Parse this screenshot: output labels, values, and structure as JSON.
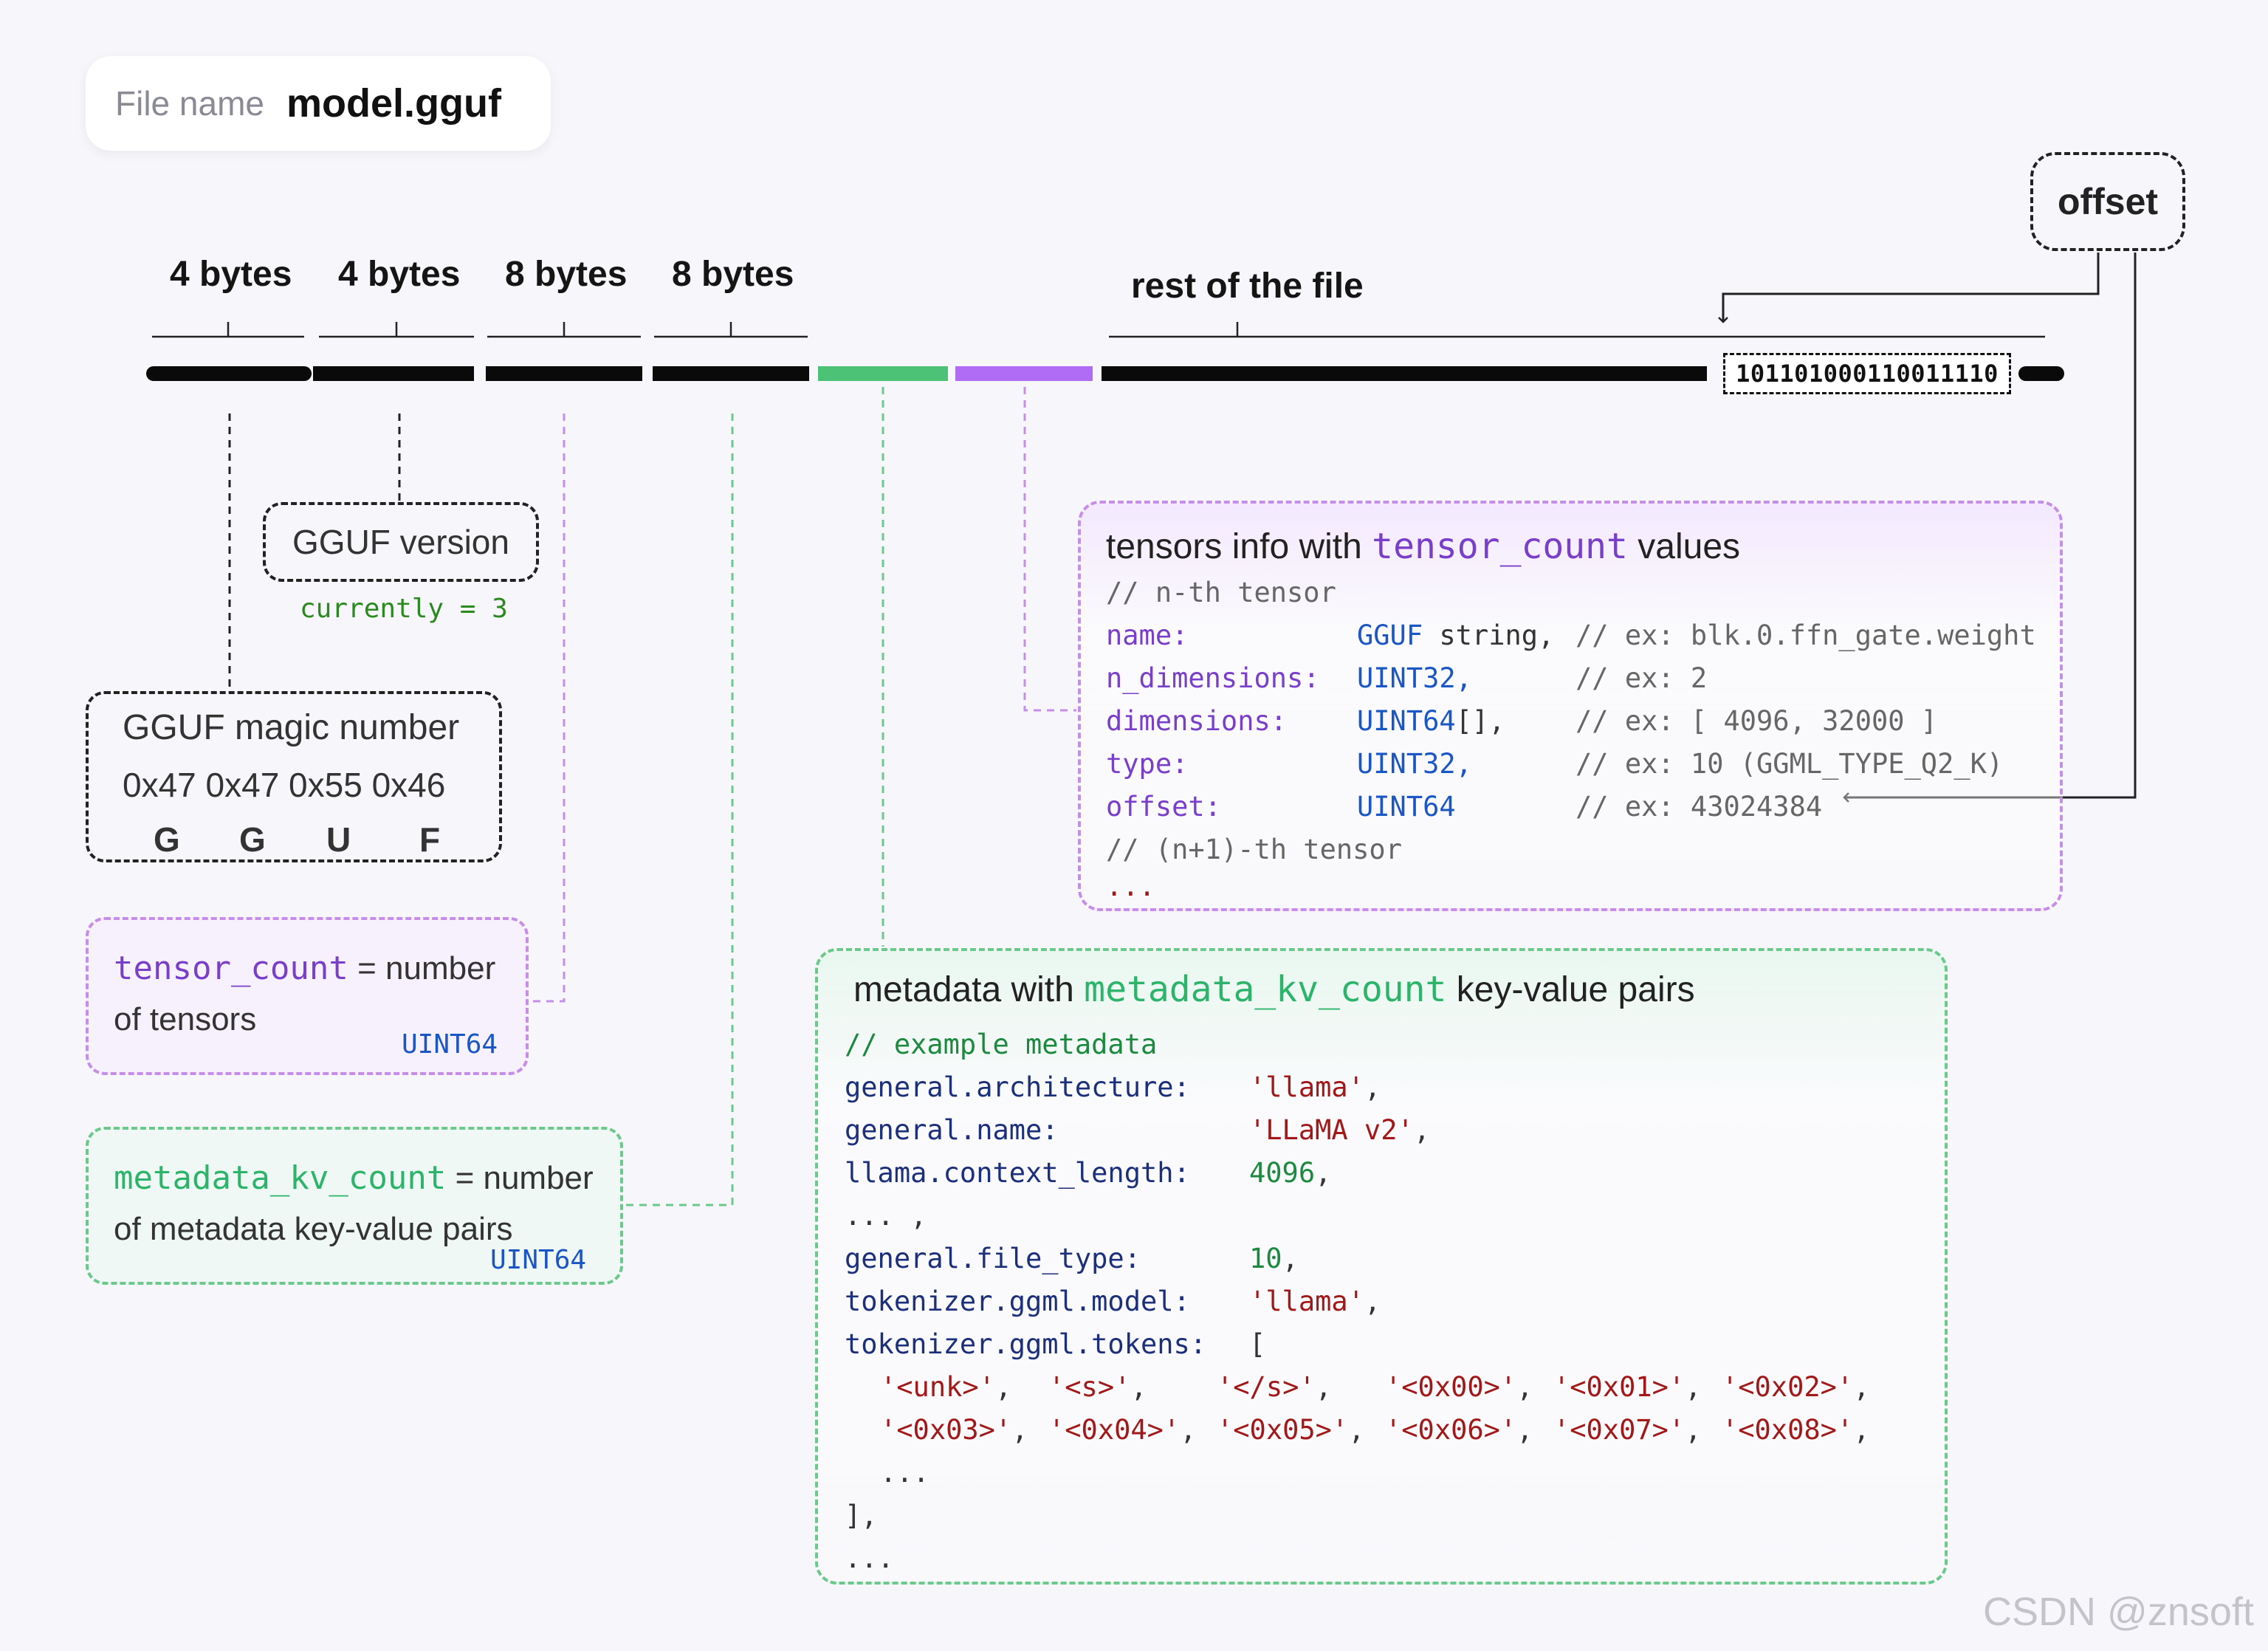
{
  "file": {
    "label": "File name",
    "value": "model.gguf"
  },
  "byte_labels": [
    "4 bytes",
    "4 bytes",
    "8 bytes",
    "8 bytes",
    "rest of the file"
  ],
  "binary_value": "101101000110011110",
  "offset_label": "offset",
  "version": {
    "title": "GGUF version",
    "sub": "currently = 3"
  },
  "magic": {
    "title": "GGUF magic number",
    "hex": "0x47 0x47 0x55 0x46",
    "letters": [
      "G",
      "G",
      "U",
      "F"
    ]
  },
  "tensor_count": {
    "key": "tensor_count",
    "eq": " = number",
    "line2": "of tensors",
    "type": "UINT64"
  },
  "metadata_kv_count": {
    "key": "metadata_kv_count",
    "eq": " = number",
    "line2": "of metadata key-value pairs",
    "type": "UINT64"
  },
  "tensors_info": {
    "title_pre": "tensors info with ",
    "title_key": "tensor_count",
    "title_post": " values",
    "comment_nth": "// n-th tensor",
    "fields": [
      {
        "name": "name:",
        "type_kw": "GGUF",
        "type_rest": " string,",
        "comment": "// ex: blk.0.ffn_gate.weight"
      },
      {
        "name": "n_dimensions:",
        "type_kw": "UINT32,",
        "type_rest": "",
        "comment": "// ex: 2"
      },
      {
        "name": "dimensions:",
        "type_kw": "UINT64",
        "type_rest": "[],",
        "comment": "// ex: [ 4096, 32000 ]"
      },
      {
        "name": "type:",
        "type_kw": "UINT32,",
        "type_rest": "",
        "comment": "// ex: 10 (GGML_TYPE_Q2_K)"
      },
      {
        "name": "offset:",
        "type_kw": "UINT64",
        "type_rest": "",
        "comment": "// ex: 43024384"
      }
    ],
    "comment_next": "// (n+1)-th tensor",
    "ellipsis": "..."
  },
  "metadata": {
    "title_pre": "metadata with ",
    "title_key": "metadata_kv_count",
    "title_post": " key-value pairs",
    "comment": "// example metadata",
    "pairs": [
      {
        "key": "general.architecture:",
        "value": "'llama'",
        "kind": "str"
      },
      {
        "key": "general.name:",
        "value": "'LLaMA v2'",
        "kind": "str"
      },
      {
        "key": "llama.context_length:",
        "value": "4096",
        "kind": "num"
      },
      {
        "key": "... ,",
        "value": "",
        "kind": "none"
      },
      {
        "key": "general.file_type:",
        "value": "10",
        "kind": "num"
      },
      {
        "key": "tokenizer.ggml.model:",
        "value": "'llama'",
        "kind": "str"
      },
      {
        "key": "tokenizer.ggml.tokens:",
        "value": "[",
        "kind": "bracket"
      }
    ],
    "tokens_row1": [
      "'<unk>'",
      "'<s>'",
      "'</s>'",
      "'<0x00>'",
      "'<0x01>'",
      "'<0x02>'"
    ],
    "tokens_row2": [
      "'<0x03>'",
      "'<0x04>'",
      "'<0x05>'",
      "'<0x06>'",
      "'<0x07>'",
      "'<0x08>'"
    ],
    "inner_ellipsis": "...",
    "close": "],",
    "outer_ellipsis": "..."
  },
  "watermark": "CSDN @znsoft",
  "colors": {
    "tensor_count": "#a855f7",
    "metadata": "#4cc277",
    "bar": "#0a0a0a"
  }
}
